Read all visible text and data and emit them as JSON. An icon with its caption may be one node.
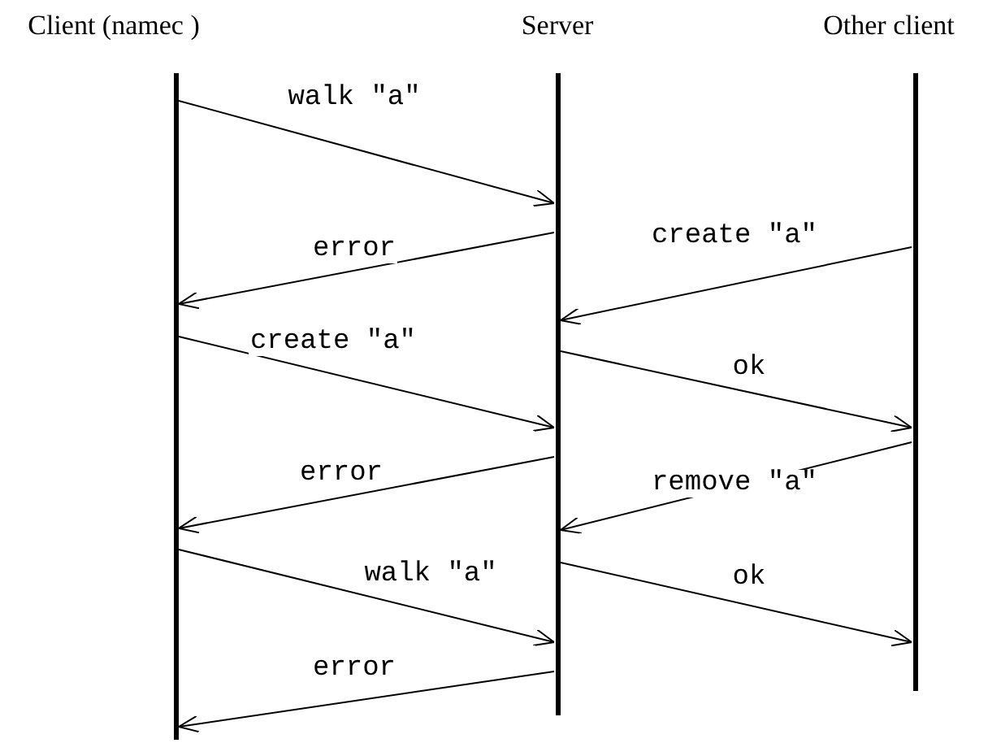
{
  "diagram": {
    "nodes": [
      {
        "text": [
          "Client (namec )"
        ]
      },
      {
        "text": [
          "Server"
        ]
      },
      {
        "text": [
          "Other client"
        ]
      }
    ],
    "edges": [
      {
        "from": 0,
        "to": 1,
        "arrow": "to",
        "label": "walk \"a\""
      },
      {
        "from": 1,
        "to": 0,
        "arrow": "to",
        "label": "error"
      },
      {
        "from": 2,
        "to": 1,
        "arrow": "to",
        "label": "create \"a\""
      },
      {
        "from": 0,
        "to": 1,
        "arrow": "to",
        "label": "create \"a\""
      },
      {
        "from": 1,
        "to": 2,
        "arrow": "to",
        "label": "ok"
      },
      {
        "from": 1,
        "to": 0,
        "arrow": "to",
        "label": "error"
      },
      {
        "from": 2,
        "to": 1,
        "arrow": "to",
        "label": "remove \"a\""
      },
      {
        "from": 0,
        "to": 1,
        "arrow": "to",
        "label": "walk \"a\""
      },
      {
        "from": 1,
        "to": 2,
        "arrow": "to",
        "label": "ok"
      },
      {
        "from": 1,
        "to": 0,
        "arrow": "to",
        "label": "error"
      }
    ]
  }
}
